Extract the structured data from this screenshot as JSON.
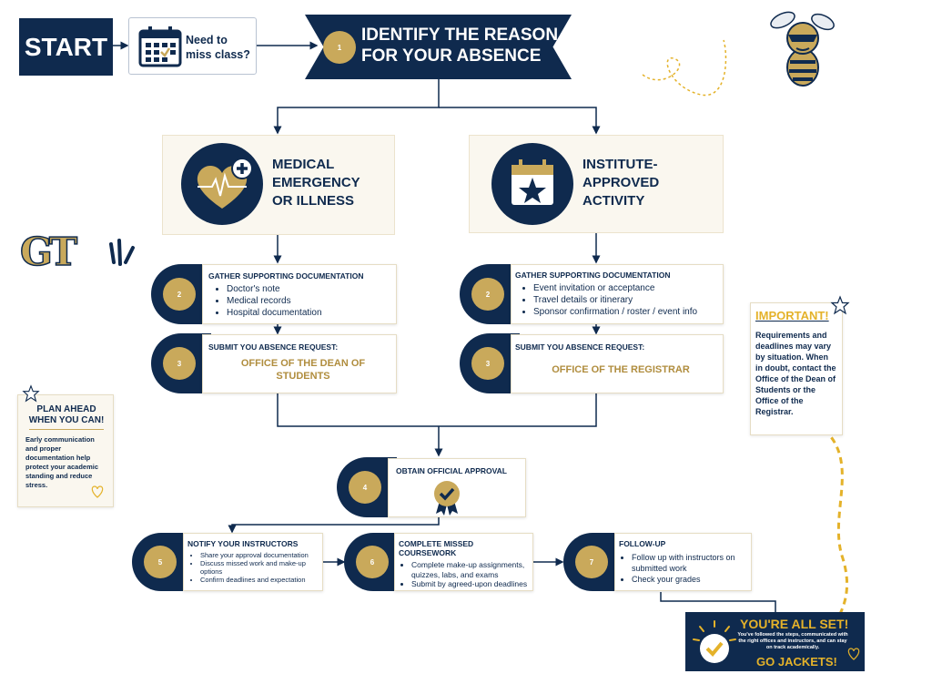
{
  "start": "START",
  "need": {
    "line1": "Need to",
    "line2": "miss class?"
  },
  "step1": {
    "num": "1",
    "line1": "IDENTIFY THE REASON",
    "line2": "FOR YOUR ABSENCE"
  },
  "medical": {
    "line1": "MEDICAL",
    "line2": "EMERGENCY",
    "line3": "OR ILLNESS"
  },
  "institute": {
    "line1": "INSTITUTE-",
    "line2": "APPROVED",
    "line3": "ACTIVITY"
  },
  "gt_logo": "GT",
  "left_gather": {
    "num": "2",
    "title": "GATHER SUPPORTING DOCUMENTATION",
    "items": [
      "Doctor's note",
      "Medical records",
      "Hospital documentation"
    ]
  },
  "right_gather": {
    "num": "2",
    "title": "GATHER SUPPORTING DOCUMENTATION",
    "items": [
      "Event invitation or acceptance",
      "Travel details or itinerary",
      "Sponsor confirmation / roster / event info"
    ]
  },
  "left_submit": {
    "num": "3",
    "title": "SUBMIT YOU ABSENCE REQUEST:",
    "office1": "OFFICE OF THE DEAN OF",
    "office2": "STUDENTS"
  },
  "right_submit": {
    "num": "3",
    "title": "SUBMIT YOU ABSENCE REQUEST:",
    "office": "OFFICE OF THE REGISTRAR"
  },
  "important": {
    "title": "IMPORTANT!",
    "text": "Requirements and deadlines may vary by situation. When in doubt, contact the Office of the Dean of Students or the Office of the Registrar."
  },
  "plan": {
    "line1": "PLAN AHEAD",
    "line2": "WHEN YOU CAN!",
    "text": "Early communication and proper documentation help protect your academic standing and reduce stress."
  },
  "step4": {
    "num": "4",
    "title": "OBTAIN OFFICIAL APPROVAL"
  },
  "step5": {
    "num": "5",
    "title": "NOTIFY YOUR INSTRUCTORS",
    "items": [
      "Share your approval documentation",
      "Discuss missed work and make-up options",
      "Confirm deadlines and expectation"
    ]
  },
  "step6": {
    "num": "6",
    "title": "COMPLETE MISSED COURSEWORK",
    "items": [
      "Complete make-up assignments, quizzes, labs, and exams",
      "Submit by agreed-upon deadlines"
    ]
  },
  "step7": {
    "num": "7",
    "title": "FOLLOW-UP",
    "items": [
      "Follow up with instructors on submitted work",
      "Check your grades"
    ]
  },
  "final": {
    "title": "YOU'RE ALL SET!",
    "text": "You've followed the steps, communicated with the right offices and instructors, and can stay on track academically.",
    "cheer": "GO JACKETS!"
  },
  "colors": {
    "navy": "#0f2a4e",
    "gold": "#c9a95b",
    "cream": "#faf7ef"
  }
}
